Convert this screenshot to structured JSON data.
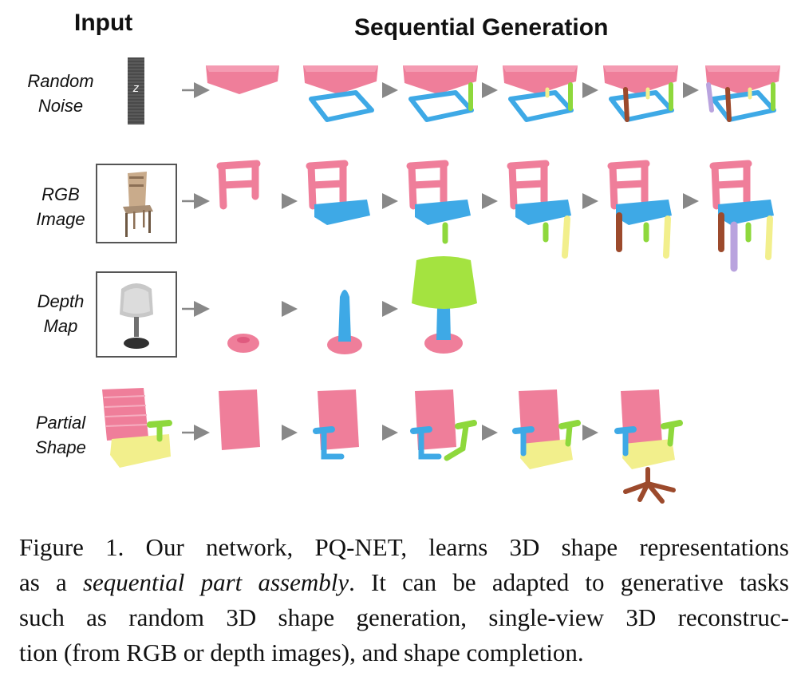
{
  "headers": {
    "input": "Input",
    "sequential": "Sequential Generation"
  },
  "rows": [
    {
      "label1": "Random",
      "label2": "Noise",
      "input_glyph": "z"
    },
    {
      "label1": "RGB",
      "label2": "Image"
    },
    {
      "label1": "Depth",
      "label2": "Map"
    },
    {
      "label1": "Partial",
      "label2": "Shape"
    }
  ],
  "caption": {
    "l1": "Figure 1. Our network, PQ-NET, learns 3D shape representations",
    "l2a": "as a ",
    "l2em": "sequential part assembly",
    "l2b": ". It can be adapted to generative tasks",
    "l3": "such as random 3D shape generation, single-view 3D reconstruc-",
    "l4": "tion (from RGB or depth images), and shape completion."
  },
  "colors": {
    "pink": "#ef7e9a",
    "blue": "#3ea9e6",
    "green": "#8ed83c",
    "yellow": "#f2ef8c",
    "brown": "#9c4a2c",
    "lavender": "#b9a3de",
    "lime": "#a4e340",
    "arrow": "#888888"
  }
}
